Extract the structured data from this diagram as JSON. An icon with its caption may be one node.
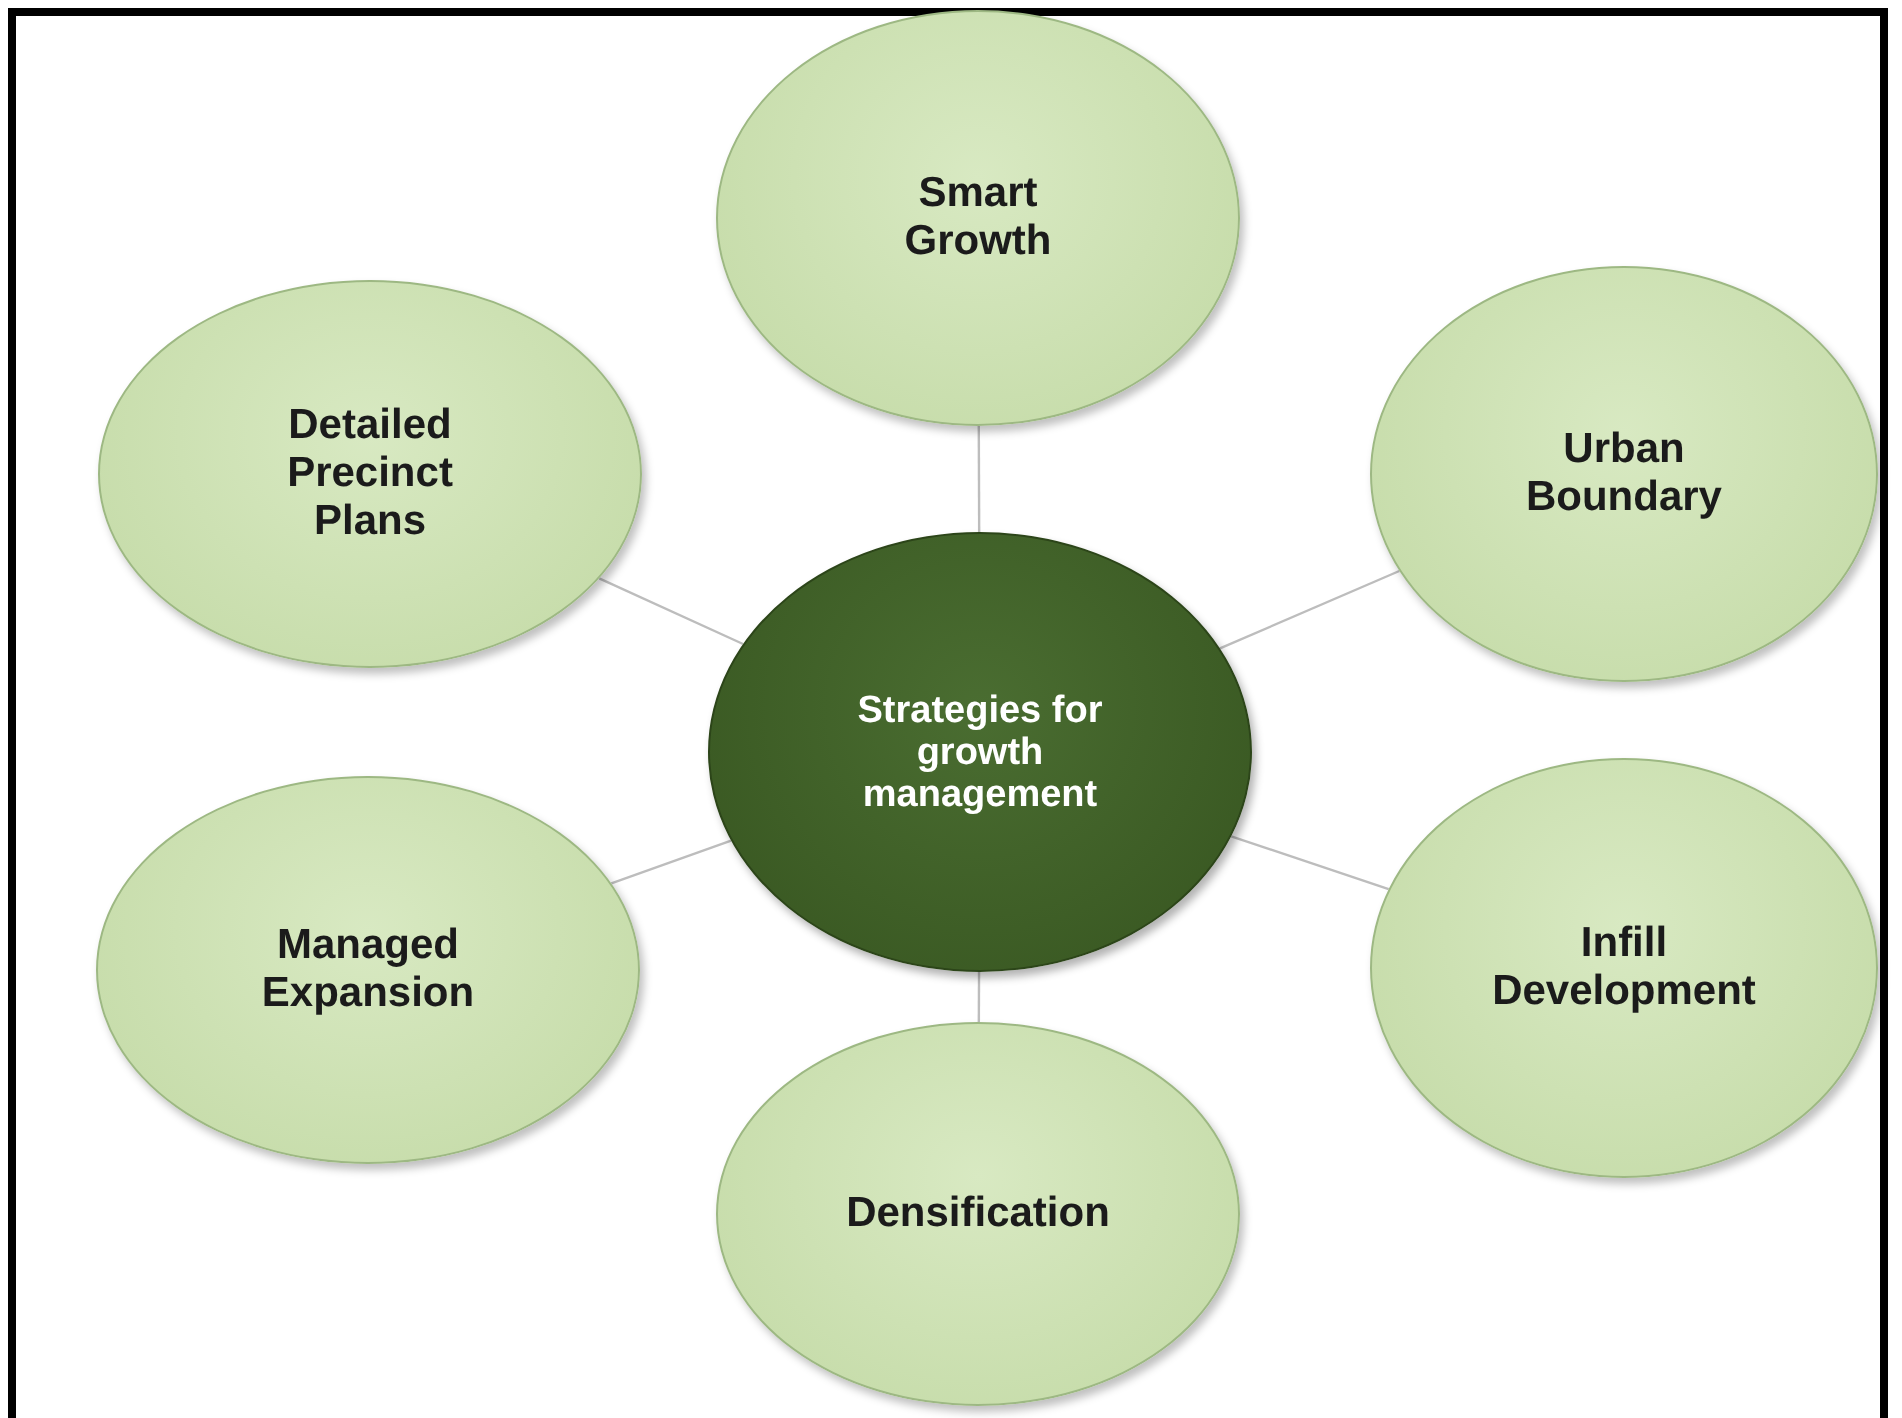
{
  "diagram": {
    "nodes": [
      {
        "text": [
          "Strategies for growth management"
        ]
      },
      {
        "text": [
          "Smart Growth"
        ]
      },
      {
        "text": [
          "Urban Boundary"
        ]
      },
      {
        "text": [
          "Infill Development"
        ]
      },
      {
        "text": [
          "Densification"
        ]
      },
      {
        "text": [
          "Managed Expansion"
        ]
      },
      {
        "text": [
          "Detailed Precinct Plans"
        ]
      }
    ],
    "edges": [
      {
        "from": 0,
        "to": 1,
        "arrow": "none"
      },
      {
        "from": 0,
        "to": 2,
        "arrow": "none"
      },
      {
        "from": 0,
        "to": 3,
        "arrow": "none"
      },
      {
        "from": 0,
        "to": 4,
        "arrow": "none"
      },
      {
        "from": 0,
        "to": 5,
        "arrow": "none"
      },
      {
        "from": 0,
        "to": 6,
        "arrow": "none"
      }
    ]
  }
}
